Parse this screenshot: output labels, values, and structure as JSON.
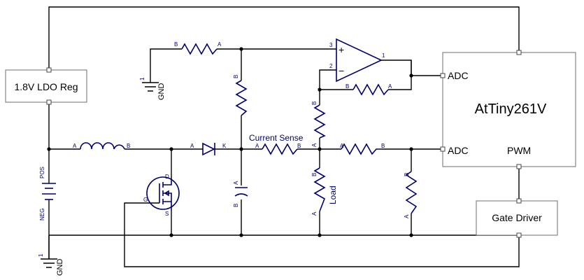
{
  "blocks": {
    "ldo": "1.8V LDO Reg",
    "mcu": "AtTiny261V",
    "gate_driver": "Gate Driver"
  },
  "mcu_pins": {
    "adc_top": "ADC",
    "adc_bottom": "ADC",
    "pwm": "PWM"
  },
  "labels": {
    "current_sense": "Current Sense",
    "load": "Load",
    "gnd": "GND",
    "pos": "POS",
    "neg": "NEG"
  },
  "pin_letters": {
    "a": "A",
    "b": "B",
    "k": "K",
    "g": "G",
    "d": "D",
    "s": "S",
    "one": "1",
    "two": "2",
    "three": "3",
    "plus": "+",
    "minus": "−"
  }
}
